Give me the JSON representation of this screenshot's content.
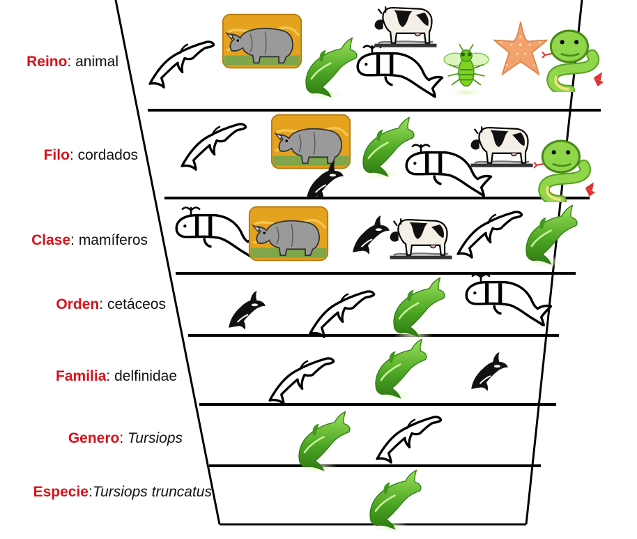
{
  "colors": {
    "rank_text": "#d9121b",
    "value_text": "#111111",
    "line": "#000000",
    "dolphin_green": "#5bb02a",
    "rhino_bg": "#e4a21f",
    "rhino_body": "#9a9a9a",
    "starfish": "#f2a36b",
    "snake": "#7cc93a",
    "fly": "#7ed321"
  },
  "levels": [
    {
      "rank": "Reino",
      "sep": ": ",
      "value": "animal",
      "animals": [
        "white-dolphin-icon",
        "rhino-icon",
        "green-dolphin-icon",
        "whale-icon",
        "cow-icon",
        "fly-icon",
        "starfish-icon",
        "snake-icon"
      ]
    },
    {
      "rank": "Filo",
      "sep": ": ",
      "value": "cordados",
      "animals": [
        "white-dolphin-icon",
        "rhino-icon",
        "orca-icon",
        "green-dolphin-icon",
        "whale-icon",
        "cow-icon",
        "snake-icon"
      ]
    },
    {
      "rank": "Clase",
      "sep": ": ",
      "value": "mamíferos",
      "animals": [
        "whale-icon",
        "rhino-icon",
        "orca-icon",
        "cow-icon",
        "white-dolphin-icon",
        "green-dolphin-icon"
      ]
    },
    {
      "rank": "Orden",
      "sep": ": ",
      "value": "cetáceos",
      "animals": [
        "orca-icon",
        "white-dolphin-icon",
        "green-dolphin-icon",
        "whale-icon"
      ]
    },
    {
      "rank": "Familia",
      "sep": ": ",
      "value": "delfinidae",
      "animals": [
        "white-dolphin-icon",
        "green-dolphin-icon",
        "orca-icon"
      ]
    },
    {
      "rank": "Genero",
      "sep": ": ",
      "value": "Tursiops",
      "italic": true,
      "animals": [
        "green-dolphin-icon",
        "white-dolphin-icon"
      ]
    },
    {
      "rank": "Especie",
      "sep": ":",
      "value": "Tursiops truncatus",
      "italic": true,
      "animals": [
        "green-dolphin-icon"
      ]
    }
  ]
}
